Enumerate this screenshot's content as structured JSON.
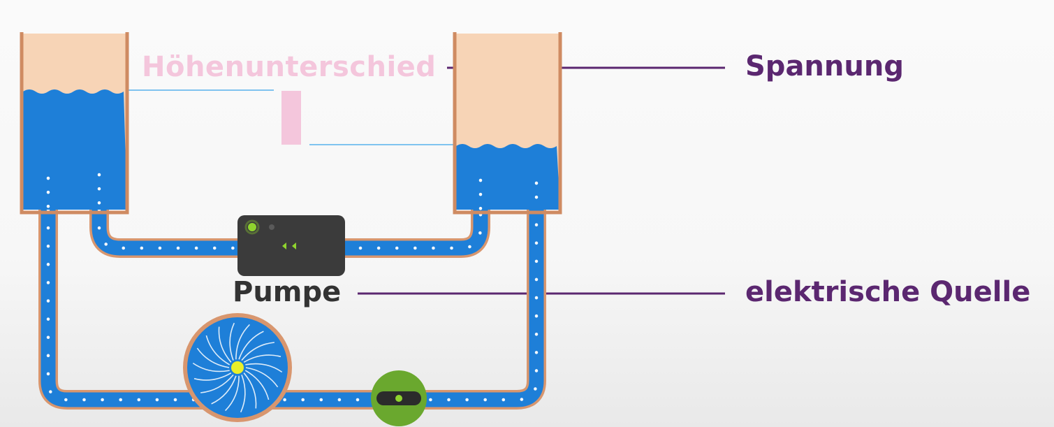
{
  "labels": {
    "height_difference": "Höhenunterschied",
    "voltage": "Spannung",
    "pump": "Pumpe",
    "electric_source": "elektrische Quelle"
  },
  "colors": {
    "water": "#1e7fd8",
    "tank_empty": "#f7d4b6",
    "tank_border": "#cf8b62",
    "pipe_outline": "#d8966e",
    "pump_body": "#3b3b3b",
    "pump_led": "#8fd42e",
    "valve": "#6aa82e",
    "connector": "#5b2770",
    "height_marker": "#f4c6dc",
    "label_dark": "#333333"
  },
  "icons": {
    "pump": "pump-box-icon",
    "turbine": "water-wheel-icon",
    "valve": "valve-icon"
  }
}
